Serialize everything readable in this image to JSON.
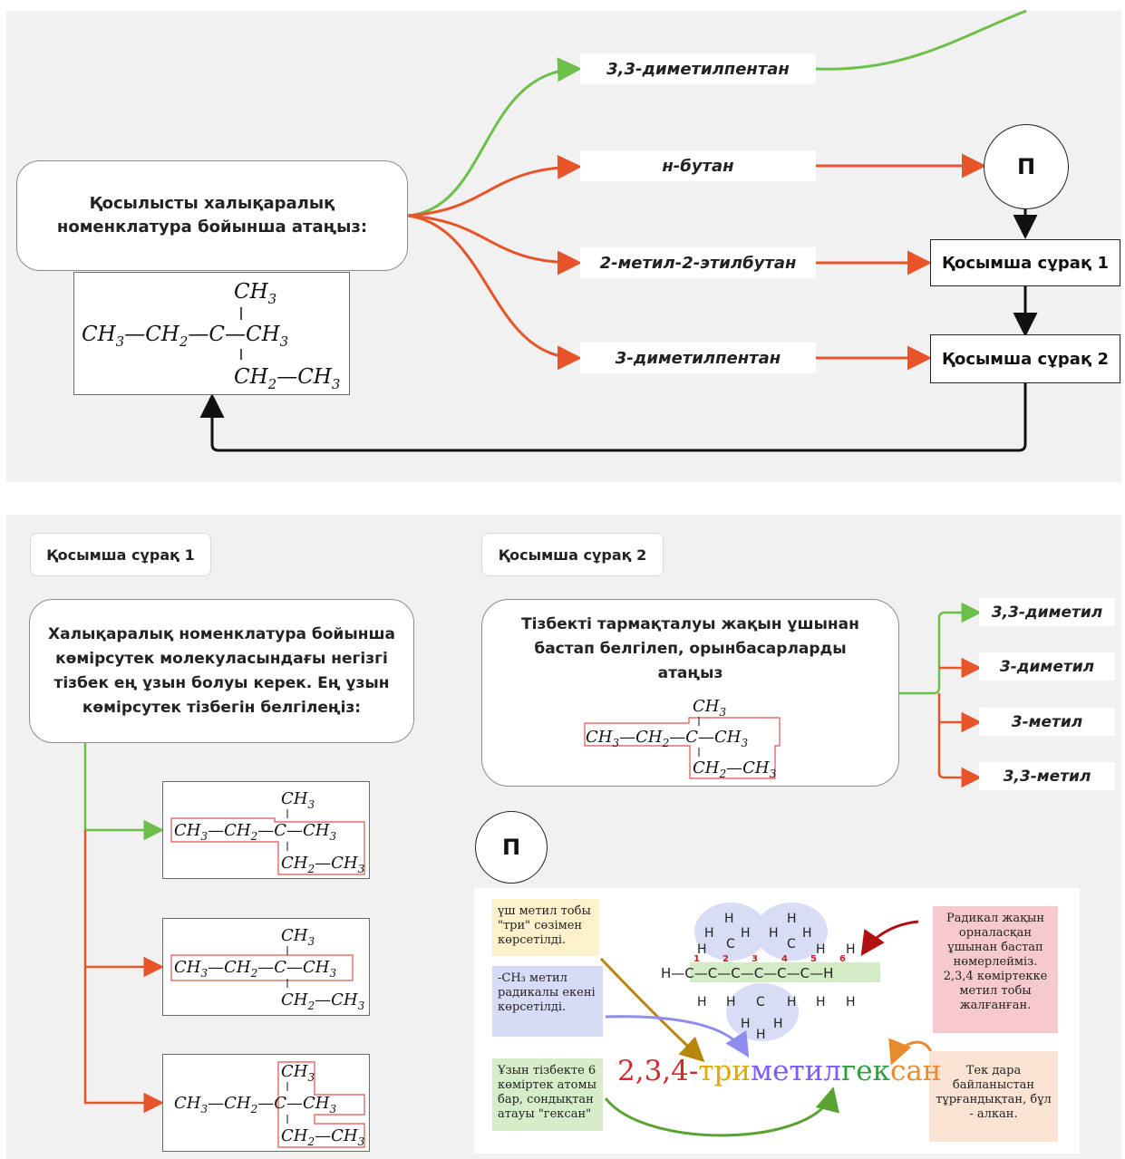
{
  "top": {
    "question": "Қосылысты халықаралық номенклатура бойынша атаңыз:",
    "answers": [
      "3,3-диметилпентан",
      "н-бутан",
      "2-метил-2-этилбутан",
      "3-диметилпентан"
    ],
    "hint_circle": "П",
    "extra_q1": "Қосымша сұрақ 1",
    "extra_q2": "Қосымша сұрақ 2"
  },
  "formula": {
    "ch3": "CH3",
    "ch2": "CH2",
    "c": "C"
  },
  "q1": {
    "tag": "Қосымша сұрақ 1",
    "text": "Халықаралық номенклатура бойынша көмірсутек молекуласындағы негізгі тізбек ең ұзын болуы керек. Ең ұзын көмірсутек тізбегін белгілеңіз:"
  },
  "q2": {
    "tag": "Қосымша сұрақ 2",
    "text": "Тізбекті тармақталуы жақын ұшынан бастап белгілеп, орынбасарларды атаңыз",
    "answers": [
      "3,3-диметил",
      "3-диметил",
      "3-метил",
      "3,3-метил"
    ]
  },
  "hint": {
    "circle": "П",
    "note_tri": "үш метил тобы \"три\" сөзімен көрсетілді.",
    "note_ch3": "-CH₃ метил радикалы екені көрсетілді.",
    "note_chain": "Ұзын тізбекте 6 көміртек атомы бар, сондықтан атауы \"гексан\"",
    "note_radical": "Радикал жақын орналасқан ұшынан бастап нөмерлейміз. 2,3,4 көміртекке метил тобы жалғанған.",
    "note_alkane": "Тек дара байланыстан тұрғандықтан, бұл - алкан.",
    "name_parts": [
      "2,3,4-",
      "три",
      "метил",
      "гек",
      "сан"
    ],
    "name_colors": [
      "#d62828",
      "#e0a800",
      "#7a5cff",
      "#2e9e3e",
      "#e88a2e"
    ]
  },
  "colors": {
    "correct": "#6cc04a",
    "wrong": "#e8542a",
    "border_highlight": "#e05050"
  }
}
